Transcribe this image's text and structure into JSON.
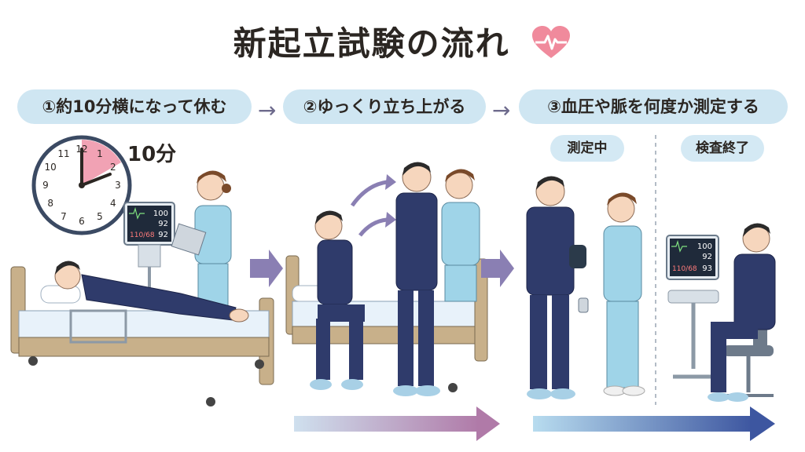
{
  "title": "新起立試験の流れ",
  "steps": [
    {
      "label": "①約10分横になって休む"
    },
    {
      "label": "②ゆっくり立ち上がる"
    },
    {
      "label": "③血圧や脈を何度か測定する"
    }
  ],
  "step_arrow": "→",
  "timer_label": "10分",
  "clock_numbers": [
    "12",
    "1",
    "2",
    "3",
    "4",
    "5",
    "6",
    "7",
    "8",
    "9",
    "10",
    "11"
  ],
  "sub_labels": {
    "measuring": "測定中",
    "finished": "検査終了"
  },
  "monitor1": {
    "v1": "100",
    "v2": "92",
    "v3": "110/68",
    "v4": "92"
  },
  "monitor2": {
    "v1": "100",
    "v2": "92",
    "v3": "110/68",
    "v4": "93"
  },
  "colors": {
    "pill_bg": "#cfe6f2",
    "pajama": "#2f3b6b",
    "nurse": "#9fd4e8",
    "timer_wedge": "#f1a2b4",
    "heart": "#f08a9c",
    "arrow_purple": "#8a7fb3"
  }
}
